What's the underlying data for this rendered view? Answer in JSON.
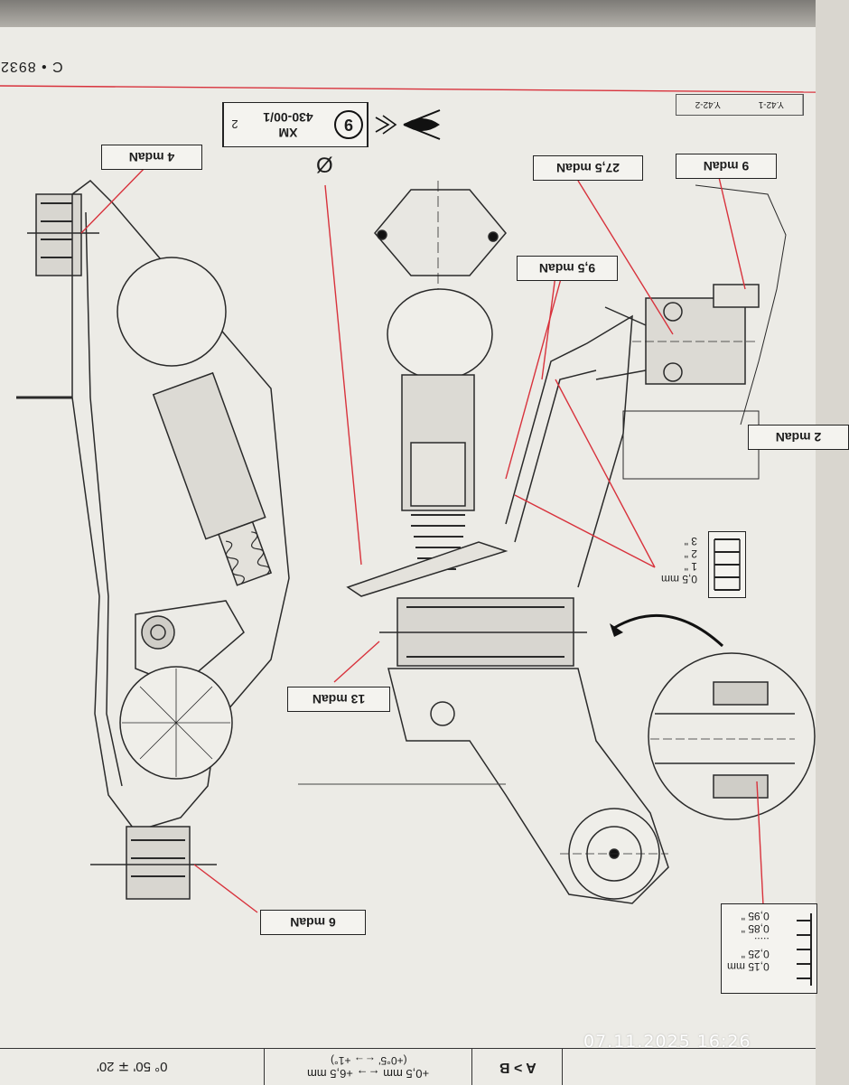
{
  "header": {
    "doc_code": "C • 8932",
    "ref_left": "Y.42-1",
    "ref_right": "Y.42-2"
  },
  "model_box": {
    "model": "XM",
    "code": "430-00/1",
    "variant": "2",
    "step_number": "9"
  },
  "symbols": {
    "diameter": "Ø"
  },
  "torque_labels": {
    "t4": "4 mdaN",
    "t9": "9 mdaN",
    "t27_5": "27,5 mdaN",
    "t9_5": "9,5 mdaN",
    "t13": "13 mdaN",
    "t6": "6 mdaN",
    "t_partial": "2 mdaN"
  },
  "thickness_table": {
    "r1": "0,5 mm",
    "r2": "1   \"",
    "r3": "2   \"",
    "r4": "3   \""
  },
  "shim_table": {
    "r1": "0,15 mm",
    "r2": "0,25  \"",
    "r3": ".....",
    "r4": "0,85  \"",
    "r5": "0,95  \""
  },
  "bottom": {
    "condition": "A > B",
    "line1": "+0,5 mm  ←→  +6,5 mm",
    "line2": "(+0°5'  ←→  +1°)",
    "angle": "0° 50' ∓ 20'"
  },
  "timestamp": "07.11.2025  16:26",
  "colors": {
    "leader": "#d8323c",
    "ink": "#1d1d1d",
    "paper": "#ecebe6"
  }
}
